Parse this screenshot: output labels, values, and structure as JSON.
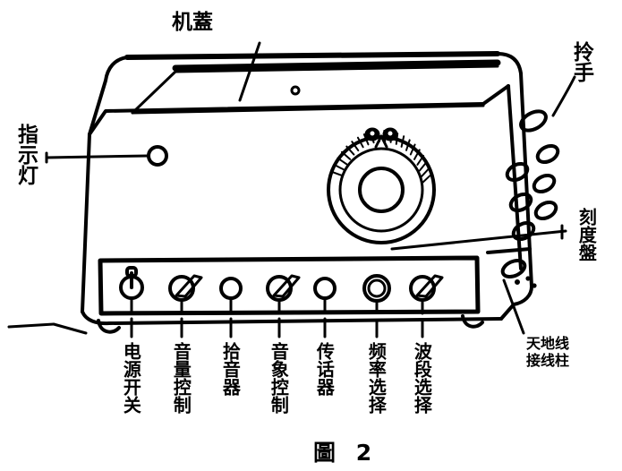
{
  "figure": {
    "caption": "圖 2",
    "subject": "radio-receiver-front-view",
    "style": "black-and-white-line-drawing"
  },
  "callouts": {
    "lid": {
      "text": "机蓋",
      "meaning": "machine-cover",
      "orientation": "horizontal"
    },
    "indicator_lamp": {
      "text": "指示灯",
      "meaning": "indicator-light",
      "orientation": "vertical"
    },
    "handle": {
      "text": "拎手",
      "meaning": "carrying-handle",
      "orientation": "vertical"
    },
    "dial_scale": {
      "text": "刻度盤",
      "meaning": "dial-scale",
      "orientation": "vertical"
    },
    "terminals": {
      "line1": "天地线",
      "line2": "接线柱",
      "meaning": "antenna-ground-terminal",
      "orientation": "horizontal"
    }
  },
  "panel": {
    "controls": [
      {
        "label": "电源开关",
        "meaning": "power-switch",
        "type": "toggle-switch"
      },
      {
        "label": "音量控制",
        "meaning": "volume-control",
        "type": "pointer-knob"
      },
      {
        "label": "拾音器",
        "meaning": "phono-pickup-jack",
        "type": "plain-socket"
      },
      {
        "label": "音象控制",
        "meaning": "tone-control",
        "type": "pointer-knob"
      },
      {
        "label": "传话器",
        "meaning": "microphone-jack",
        "type": "plain-socket"
      },
      {
        "label": "频率选择",
        "meaning": "frequency-selector",
        "type": "ringed-socket"
      },
      {
        "label": "波段选择",
        "meaning": "band-selector",
        "type": "pointer-knob"
      }
    ]
  },
  "colors": {
    "ink": "#000000",
    "paper": "#ffffff"
  }
}
